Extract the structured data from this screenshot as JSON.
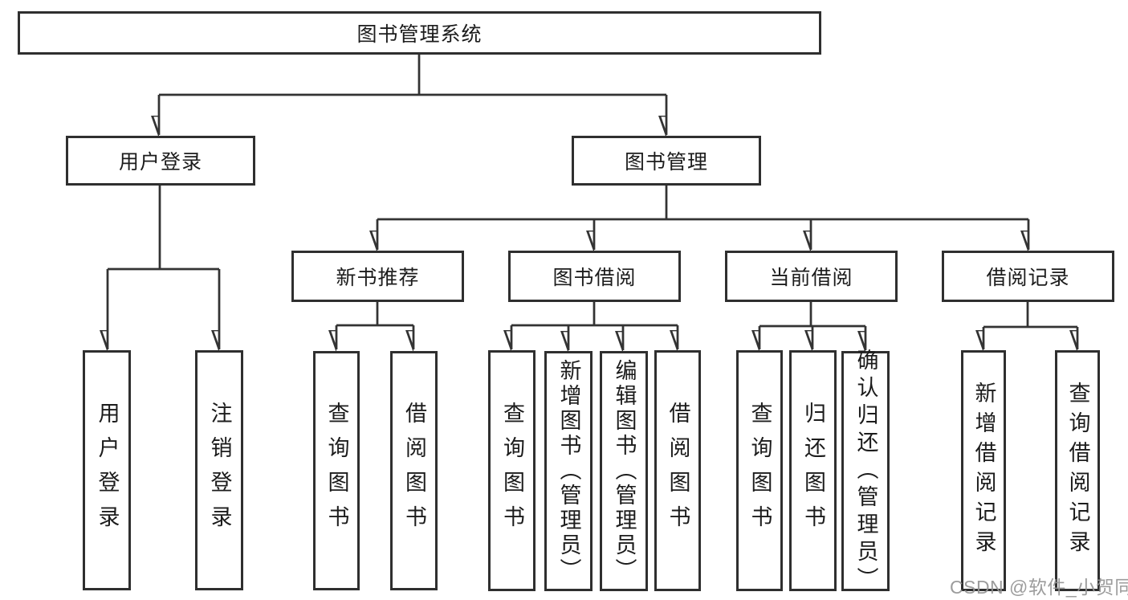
{
  "diagram": {
    "root": {
      "label": "图书管理系统"
    },
    "branches": [
      {
        "label": "用户登录",
        "children": [
          {
            "label": "用户登录"
          },
          {
            "label": "注销登录"
          }
        ]
      },
      {
        "label": "图书管理",
        "children": [
          {
            "label": "新书推荐",
            "children": [
              {
                "label": "查询图书"
              },
              {
                "label": "借阅图书"
              }
            ]
          },
          {
            "label": "图书借阅",
            "children": [
              {
                "label": "查询图书"
              },
              {
                "label": "新增图书（管理员）"
              },
              {
                "label": "编辑图书（管理员）"
              },
              {
                "label": "借阅图书"
              }
            ]
          },
          {
            "label": "当前借阅",
            "children": [
              {
                "label": "查询图书"
              },
              {
                "label": "归还图书"
              },
              {
                "label": "确认归还（管理员）"
              }
            ]
          },
          {
            "label": "借阅记录",
            "children": [
              {
                "label": "新增借阅记录"
              },
              {
                "label": "查询借阅记录"
              }
            ]
          }
        ]
      }
    ]
  },
  "watermark": {
    "text": "CSDN @软件_小贺同学"
  },
  "colors": {
    "line": "#333333",
    "border": "#2f2f2f",
    "text": "#1c1c1c",
    "watermark": "#949494",
    "background": "#ffffff"
  }
}
